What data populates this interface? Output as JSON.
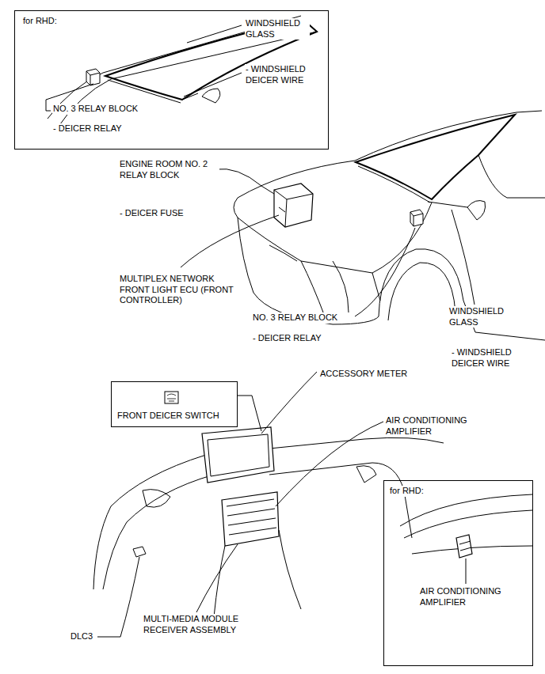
{
  "diagram": {
    "nodes": [
      {
        "text": [
          "for RHD:",
          "WINDSHIELD GLASS",
          "- WINDSHIELD DEICER WIRE",
          "NO. 3 RELAY BLOCK",
          "- DEICER RELAY"
        ]
      },
      {
        "text": [
          "FRONT DEICER SWITCH"
        ]
      },
      {
        "text": [
          "for RHD:",
          "AIR CONDITIONING AMPLIFIER"
        ]
      }
    ],
    "labels": [
      "ENGINE ROOM NO. 2 RELAY BLOCK",
      "- DEICER FUSE",
      "MULTIPLEX NETWORK FRONT LIGHT ECU (FRONT CONTROLLER)",
      "NO. 3 RELAY BLOCK",
      "- DEICER RELAY",
      "WINDSHIELD GLASS",
      "- WINDSHIELD DEICER WIRE",
      "ACCESSORY METER",
      "AIR CONDITIONING AMPLIFIER",
      "MULTI-MEDIA MODULE RECEIVER ASSEMBLY",
      "DLC3"
    ]
  }
}
